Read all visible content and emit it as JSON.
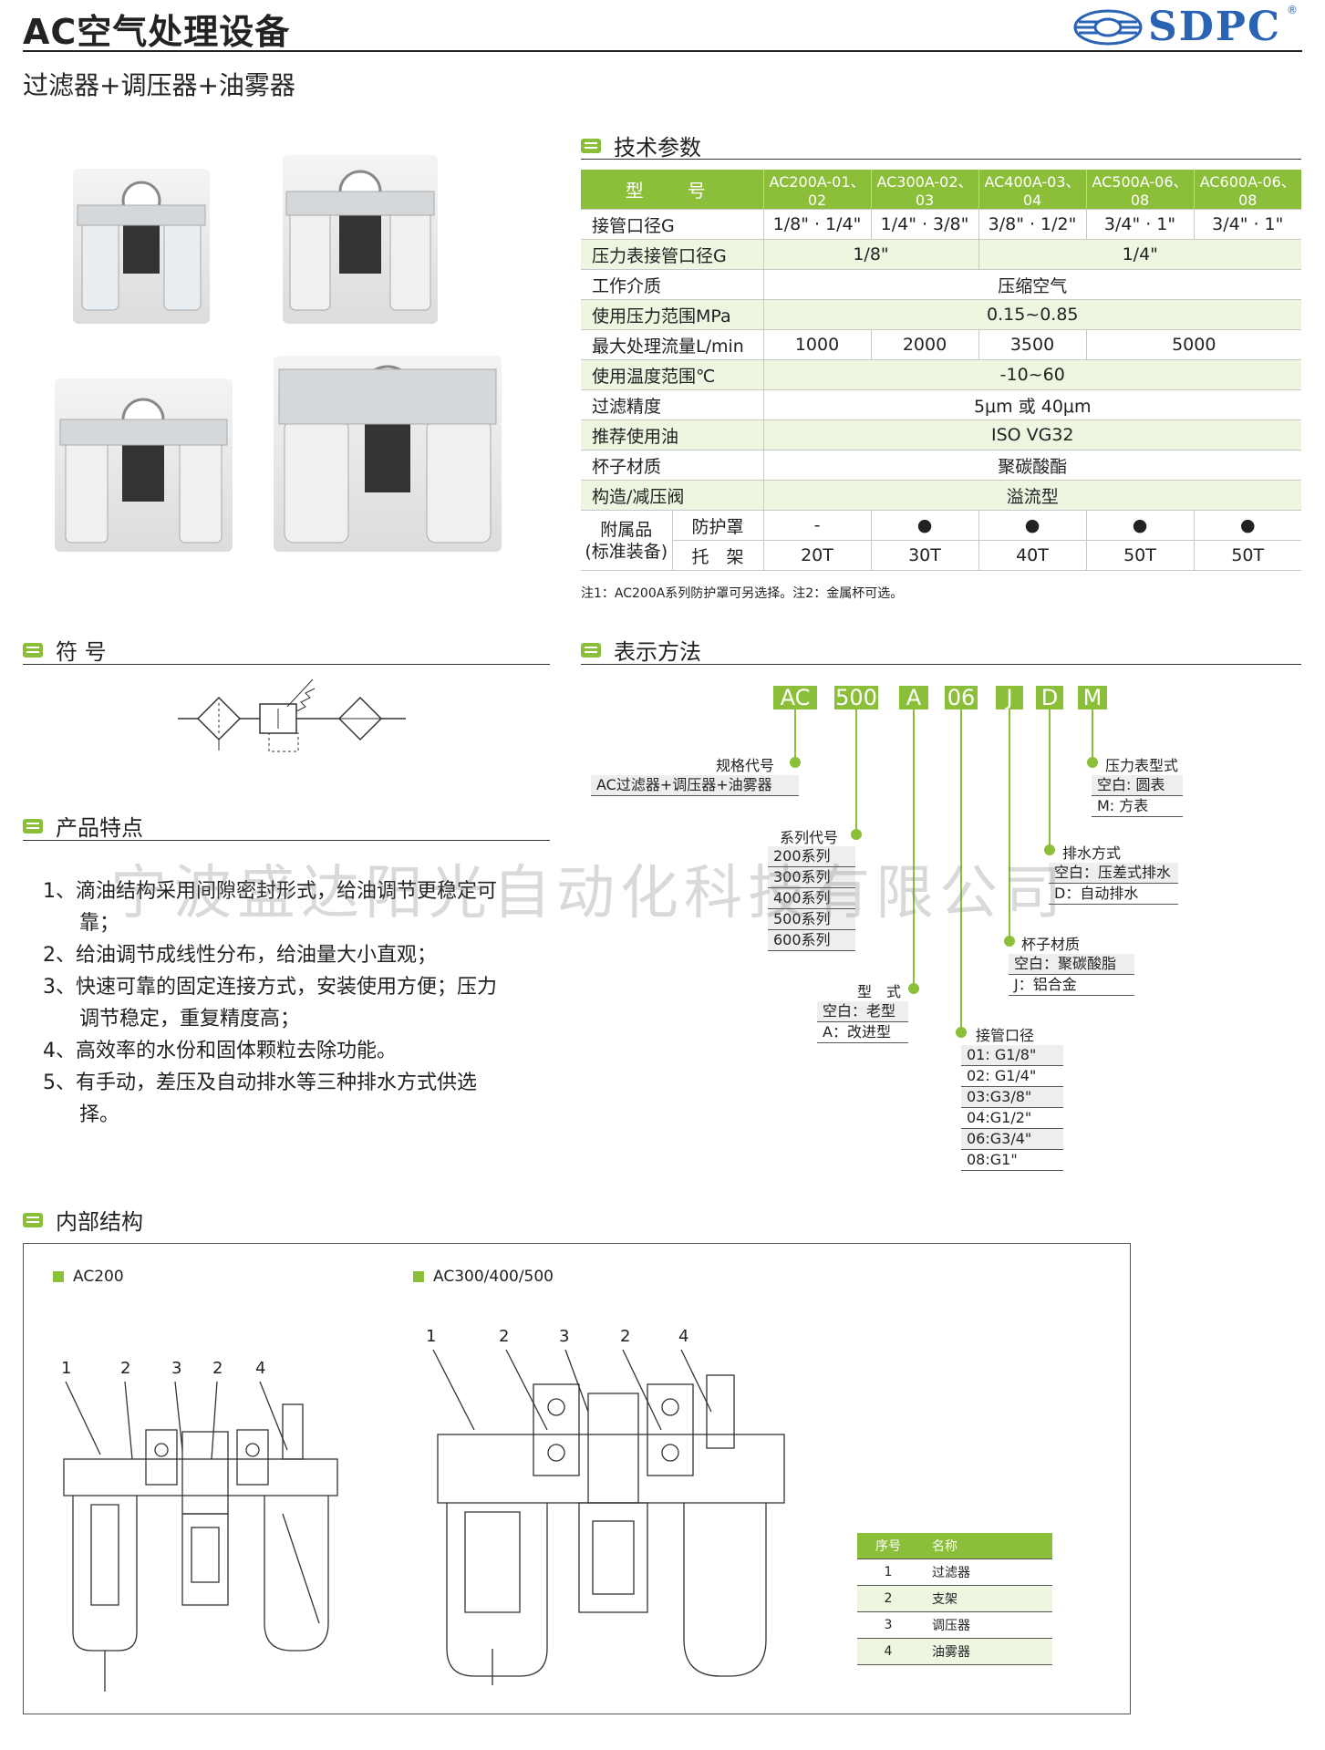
{
  "header": {
    "title": "AC空气处理设备",
    "subtitle": "过滤器+调压器+油雾器",
    "brand": "SDPC",
    "brand_mark": "®"
  },
  "sections": {
    "spec": "技术参数",
    "symbol": "符 号",
    "features": "产品特点",
    "notation": "表示方法",
    "structure": "内部结构"
  },
  "spec": {
    "header": [
      "型　号",
      "AC200A-01、02",
      "AC300A-02、03",
      "AC400A-03、04",
      "AC500A-06、08",
      "AC600A-06、08"
    ],
    "port": {
      "label": "接管口径G",
      "values": [
        "1/8\" · 1/4\"",
        "1/4\" · 3/8\"",
        "3/8\" · 1/2\"",
        "3/4\" · 1\"",
        "3/4\" · 1\""
      ]
    },
    "gauge_port": {
      "label": "压力表接管口径G",
      "a": "1/8\"",
      "b": "1/4\""
    },
    "medium": {
      "label": "工作介质",
      "value": "压缩空气"
    },
    "pressure": {
      "label": "使用压力范围MPa",
      "value": "0.15~0.85"
    },
    "flow": {
      "label": "最大处理流量L/min",
      "values": [
        "1000",
        "2000",
        "3500",
        "5000"
      ]
    },
    "temp": {
      "label": "使用温度范围℃",
      "value": "-10~60"
    },
    "filtration": {
      "label": "过滤精度",
      "value": "5μm 或 40μm"
    },
    "oil": {
      "label": "推荐使用油",
      "value": "ISO VG32"
    },
    "bowl": {
      "label": "杯子材质",
      "value": "聚碳酸酯"
    },
    "structure": {
      "label": "构造/减压阀",
      "value": "溢流型"
    },
    "accessory": {
      "label": "附属品",
      "label2": "(标准装备)",
      "guard": "防护罩",
      "bracket": "托　架",
      "guard_values": [
        "-",
        "●",
        "●",
        "●",
        "●"
      ],
      "bracket_values": [
        "20T",
        "30T",
        "40T",
        "50T",
        "50T"
      ]
    },
    "note": "注1：AC200A系列防护罩可另选择。注2：金属杯可选。"
  },
  "features": [
    "1、滴油结构采用间隙密封形式，给油调节更稳定可靠；",
    "2、给油调节成线性分布，给油量大小直观；",
    "3、快速可靠的固定连接方式，安装使用方便；压力调节稳定，重复精度高；",
    "4、高效率的水份和固体颗粒去除功能。",
    "5、有手动，差压及自动排水等三种排水方式供选择。"
  ],
  "notation": {
    "codes": [
      "AC",
      "500",
      "A",
      "06",
      "J",
      "D",
      "M"
    ],
    "spec_code": {
      "title": "规格代号",
      "options": [
        "AC过滤器+调压器+油雾器"
      ]
    },
    "series": {
      "title": "系列代号",
      "options": [
        "200系列",
        "300系列",
        "400系列",
        "500系列",
        "600系列"
      ]
    },
    "type": {
      "title": "型　式",
      "options": [
        "空白：老型",
        "A：改进型"
      ]
    },
    "port": {
      "title": "接管口径",
      "options": [
        "01: G1/8\"",
        "02: G1/4\"",
        "03:G3/8\"",
        "04:G1/2\"",
        "06:G3/4\"",
        "08:G1\""
      ]
    },
    "bowl": {
      "title": "杯子材质",
      "options": [
        "空白：聚碳酸脂",
        "J：铝合金"
      ]
    },
    "drain": {
      "title": "排水方式",
      "options": [
        "空白：压差式排水",
        "D：自动排水"
      ]
    },
    "gauge": {
      "title": "压力表型式",
      "options": [
        "空白: 圆表",
        "M: 方表"
      ]
    }
  },
  "watermark": "宁波盛达阳光自动化科技有限公司",
  "structure": {
    "left_label": "AC200",
    "right_label": "AC300/400/500",
    "left_callouts": [
      "1",
      "2",
      "3",
      "2",
      "4"
    ],
    "right_callouts": [
      "1",
      "2",
      "3",
      "2",
      "4"
    ],
    "parts_header": [
      "序号",
      "名称"
    ],
    "parts": [
      [
        "1",
        "过滤器"
      ],
      [
        "2",
        "支架"
      ],
      [
        "3",
        "调压器"
      ],
      [
        "4",
        "油雾器"
      ]
    ]
  },
  "colors": {
    "accent": "#8bbf3a",
    "brand": "#2a62b4"
  }
}
